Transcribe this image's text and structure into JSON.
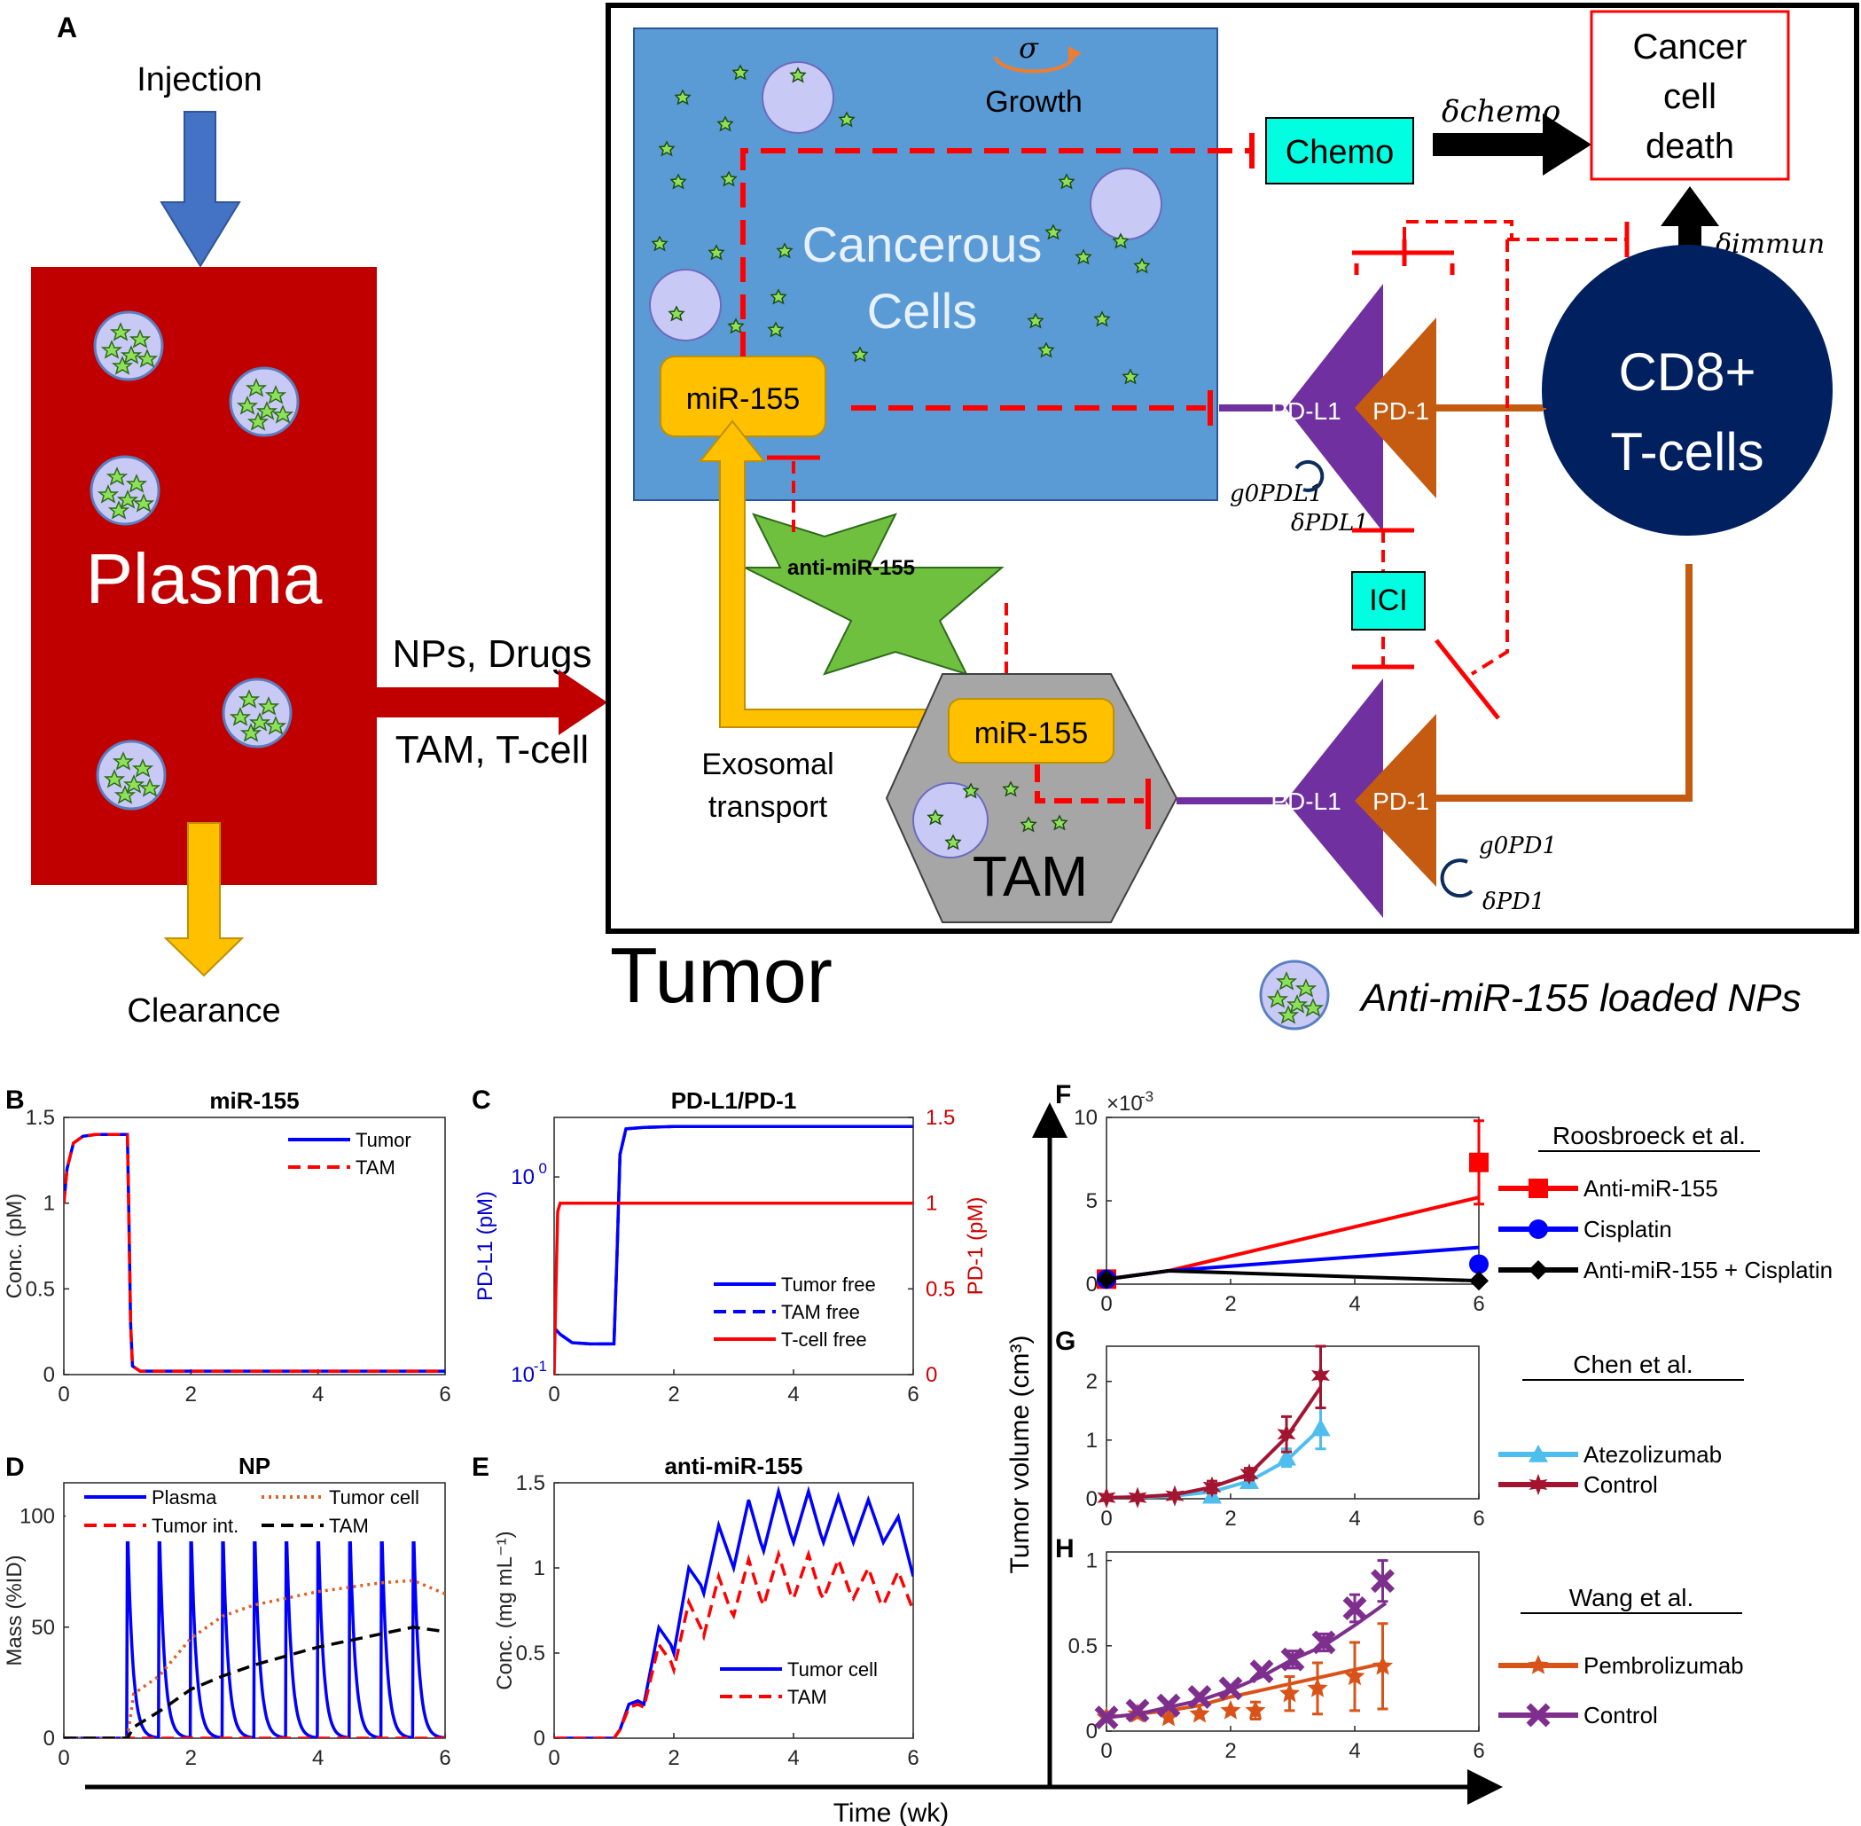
{
  "panels": {
    "A": "A",
    "B": "B",
    "C": "C",
    "D": "D",
    "E": "E",
    "F": "F",
    "G": "G",
    "H": "H"
  },
  "diagram": {
    "injection": "Injection",
    "plasma": "Plasma",
    "clearance": "Clearance",
    "flow_top": "NPs, Drugs",
    "flow_bottom": "TAM, T-cell",
    "tumor": "Tumor",
    "sigma": "σ",
    "growth": "Growth",
    "cancerous": "Cancerous",
    "cells": "Cells",
    "mir155": "miR-155",
    "mir155_tam": "miR-155",
    "chemo": "Chemo",
    "delta_chemo": "δchemo",
    "death_lines": [
      "Cancer",
      "cell",
      "death"
    ],
    "delta_immun": "δimmun",
    "cd8_lines": [
      "CD8+",
      "T-cells"
    ],
    "pdl1_top": "PD-L1",
    "pd1_top": "PD-1",
    "pdl1_bottom": "PD-L1",
    "pd1_bottom": "PD-1",
    "g0_pdl1": "g0PDL1",
    "delta_pdl1": "δPDL1",
    "g0_pd1": "g0PD1",
    "delta_pd1": "δPD1",
    "ici": "ICI",
    "anti_mir": "anti-miR-155",
    "exosomal_lines": [
      "Exosomal",
      "transport"
    ],
    "tam": "TAM",
    "np_legend": "Anti-miR-155 loaded NPs",
    "colors": {
      "plasma": "#c00000",
      "tumor_bg": "#5b9bd5",
      "mir": "#ffc000",
      "chemo": "#00ffe1",
      "cd8": "#002060",
      "pdl1": "#7030a0",
      "pd1": "#c55a11",
      "inhibit": "#ff0000",
      "anti": "#70c040",
      "tam": "#a6a6a6",
      "injection": "#4472c4"
    }
  },
  "shared": {
    "time_label": "Time (wk)",
    "tumor_volume_label": "Tumor volume (cm³)"
  },
  "chart_data": [
    {
      "id": "B",
      "type": "line",
      "title": "miR-155",
      "ylabel": "Conc. (pM)",
      "xlim": [
        0,
        6
      ],
      "ylim": [
        0,
        1.5
      ],
      "xticks": [
        "0",
        "2",
        "4",
        "6"
      ],
      "yticks": [
        "0",
        "0.5",
        "1",
        "1.5"
      ],
      "legend": "top-right",
      "series": [
        {
          "name": "Tumor",
          "color": "#0000ff",
          "style": "solid",
          "x": [
            0,
            0.05,
            0.15,
            0.3,
            0.5,
            0.8,
            1.0,
            1.02,
            1.05,
            1.08,
            1.2,
            2,
            4,
            6
          ],
          "y": [
            1.0,
            1.2,
            1.35,
            1.39,
            1.4,
            1.4,
            1.4,
            1.0,
            0.3,
            0.05,
            0.02,
            0.02,
            0.02,
            0.02
          ]
        },
        {
          "name": "TAM",
          "color": "#ff0000",
          "style": "dashed",
          "x": [
            0,
            0.05,
            0.15,
            0.3,
            0.5,
            0.8,
            1.0,
            1.02,
            1.05,
            1.08,
            1.2,
            2,
            4,
            6
          ],
          "y": [
            1.0,
            1.2,
            1.35,
            1.39,
            1.4,
            1.4,
            1.4,
            1.0,
            0.3,
            0.05,
            0.02,
            0.02,
            0.02,
            0.02
          ]
        }
      ]
    },
    {
      "id": "C",
      "type": "line",
      "title": "PD-L1/PD-1",
      "ylabel": "PD-L1 (pM)",
      "y2label": "PD-1 (pM)",
      "xlim": [
        0,
        6
      ],
      "ylim": [
        0.1,
        2
      ],
      "ylog": true,
      "y2lim": [
        0,
        1.5
      ],
      "xticks": [
        "0",
        "2",
        "4",
        "6"
      ],
      "yticks_log": [
        {
          "v": 0.1,
          "b": "10",
          "e": "-1"
        },
        {
          "v": 1,
          "b": "10",
          "e": "0"
        }
      ],
      "y2ticks": [
        "0",
        "0.5",
        "1",
        "1.5"
      ],
      "legend": "bottom-right",
      "series": [
        {
          "name": "Tumor free",
          "color": "#0000ff",
          "style": "solid",
          "axis": "left",
          "x": [
            0,
            0.02,
            0.1,
            0.3,
            0.6,
            1.0,
            1.05,
            1.1,
            1.2,
            1.5,
            2,
            3,
            4,
            5,
            6
          ],
          "y": [
            0.15,
            0.17,
            0.16,
            0.145,
            0.143,
            0.143,
            0.4,
            1.3,
            1.75,
            1.78,
            1.8,
            1.8,
            1.8,
            1.8,
            1.8
          ]
        },
        {
          "name": "TAM free",
          "color": "#0000ff",
          "style": "dashed",
          "axis": "left",
          "x": [
            0,
            0.02,
            0.1,
            0.3,
            0.6,
            1.0,
            1.05,
            1.1,
            1.2,
            1.5,
            2,
            3,
            4,
            5,
            6
          ],
          "y": [
            0.15,
            0.17,
            0.16,
            0.145,
            0.143,
            0.143,
            0.4,
            1.3,
            1.75,
            1.78,
            1.8,
            1.8,
            1.8,
            1.8,
            1.8
          ]
        },
        {
          "name": "T-cell free",
          "color": "#ff0000",
          "style": "solid",
          "axis": "right",
          "x": [
            0,
            0.03,
            0.06,
            0.1,
            6
          ],
          "y": [
            0,
            0.5,
            0.95,
            1.0,
            1.0
          ]
        }
      ]
    },
    {
      "id": "D",
      "type": "line",
      "title": "NP",
      "ylabel": "Mass (%ID)",
      "xlim": [
        0,
        6
      ],
      "ylim": [
        0,
        115
      ],
      "xticks": [
        "0",
        "2",
        "4",
        "6"
      ],
      "yticks": [
        "0",
        "50",
        "100"
      ],
      "legend": "top",
      "doses": [
        1,
        1.5,
        2,
        2.5,
        3,
        3.5,
        4,
        4.5,
        5,
        5.5
      ],
      "series": [
        {
          "name": "Plasma",
          "color": "#0000ff",
          "style": "solid",
          "peak": 100,
          "decay": 0.08
        },
        {
          "name": "Tumor cell",
          "color": "#e06020",
          "style": "dotted",
          "x": [
            0,
            1,
            1.1,
            1.5,
            2,
            2.5,
            3,
            3.5,
            4,
            4.5,
            5,
            5.5,
            6
          ],
          "y": [
            0,
            0,
            20,
            28,
            45,
            55,
            60,
            63,
            66,
            68,
            70,
            71,
            65
          ]
        },
        {
          "name": "Tumor int.",
          "color": "#ff0000",
          "style": "dashed",
          "x": [
            0,
            1,
            6
          ],
          "y": [
            0,
            0,
            0
          ]
        },
        {
          "name": "TAM",
          "color": "#000000",
          "style": "dashed",
          "x": [
            0,
            1,
            1.1,
            1.5,
            2,
            2.5,
            3,
            3.5,
            4,
            4.5,
            5,
            5.5,
            6
          ],
          "y": [
            0,
            0,
            5,
            12,
            22,
            28,
            33,
            37,
            41,
            44,
            47,
            50,
            48
          ]
        }
      ]
    },
    {
      "id": "E",
      "type": "line",
      "title": "anti-miR-155",
      "ylabel": "Conc. (mg mL⁻¹)",
      "xlim": [
        0,
        6
      ],
      "ylim": [
        0,
        1.5
      ],
      "xticks": [
        "0",
        "2",
        "4",
        "6"
      ],
      "yticks": [
        "0",
        "0.5",
        "1",
        "1.5"
      ],
      "legend": "bottom-right",
      "series": [
        {
          "name": "Tumor cell",
          "color": "#0000ff",
          "style": "solid",
          "x": [
            0,
            1,
            1.1,
            1.25,
            1.4,
            1.5,
            1.75,
            1.95,
            2,
            2.25,
            2.45,
            2.5,
            2.75,
            2.95,
            3,
            3.25,
            3.45,
            3.5,
            3.75,
            3.95,
            4,
            4.25,
            4.45,
            4.5,
            4.75,
            4.95,
            5,
            5.25,
            5.45,
            5.5,
            5.75,
            6
          ],
          "y": [
            0,
            0,
            0.05,
            0.2,
            0.22,
            0.2,
            0.65,
            0.55,
            0.5,
            1.0,
            0.9,
            0.85,
            1.25,
            1.05,
            1.0,
            1.4,
            1.15,
            1.1,
            1.45,
            1.2,
            1.15,
            1.45,
            1.2,
            1.15,
            1.42,
            1.2,
            1.15,
            1.4,
            1.2,
            1.15,
            1.3,
            0.95
          ]
        },
        {
          "name": "TAM",
          "color": "#ff0000",
          "style": "dashed",
          "x": [
            0,
            1,
            1.1,
            1.25,
            1.4,
            1.5,
            1.75,
            1.95,
            2,
            2.25,
            2.45,
            2.5,
            2.75,
            2.95,
            3,
            3.25,
            3.45,
            3.5,
            3.75,
            3.95,
            4,
            4.25,
            4.45,
            4.5,
            4.75,
            4.95,
            5,
            5.25,
            5.45,
            5.5,
            5.75,
            6
          ],
          "y": [
            0,
            0,
            0.05,
            0.18,
            0.2,
            0.18,
            0.55,
            0.45,
            0.4,
            0.8,
            0.65,
            0.6,
            0.95,
            0.75,
            0.72,
            1.05,
            0.82,
            0.78,
            1.08,
            0.85,
            0.82,
            1.08,
            0.85,
            0.82,
            1.05,
            0.85,
            0.82,
            1.0,
            0.8,
            0.78,
            0.98,
            0.75
          ]
        }
      ]
    },
    {
      "id": "F",
      "type": "line",
      "title": "Roosbroeck et al.",
      "xlim": [
        0,
        6
      ],
      "ylim": [
        0,
        10
      ],
      "yscale_label": "×10",
      "yscale_exp": "-3",
      "xticks": [
        "0",
        "2",
        "4",
        "6"
      ],
      "yticks": [
        "0",
        "5",
        "10"
      ],
      "legend": "right",
      "series": [
        {
          "name": "Anti-miR-155",
          "color": "#ff0000",
          "marker": "square",
          "x": [
            0,
            1,
            6
          ],
          "y": [
            0.3,
            0.8,
            5.2
          ],
          "data": [
            {
              "x": 0,
              "y": 0.3
            },
            {
              "x": 6,
              "y": 7.3,
              "err": 2.5
            }
          ]
        },
        {
          "name": "Cisplatin",
          "color": "#0000ff",
          "marker": "circle",
          "x": [
            0,
            1,
            6
          ],
          "y": [
            0.3,
            0.8,
            2.2
          ],
          "data": [
            {
              "x": 0,
              "y": 0.3
            },
            {
              "x": 6,
              "y": 1.2,
              "err": 0.4
            }
          ]
        },
        {
          "name": "Anti-miR-155 + Cisplatin",
          "color": "#000000",
          "marker": "diamond",
          "x": [
            0,
            1,
            6
          ],
          "y": [
            0.3,
            0.8,
            0.2
          ],
          "data": [
            {
              "x": 0,
              "y": 0.3
            },
            {
              "x": 6,
              "y": 0.2
            }
          ]
        }
      ]
    },
    {
      "id": "G",
      "type": "line",
      "title": "Chen et al.",
      "xlim": [
        0,
        6
      ],
      "ylim": [
        0,
        2.6
      ],
      "xticks": [
        "0",
        "2",
        "4",
        "6"
      ],
      "yticks": [
        "0",
        "1",
        "2"
      ],
      "legend": "right",
      "series": [
        {
          "name": "Atezolizumab",
          "color": "#4dbeee",
          "marker": "triangle",
          "x": [
            0,
            0.5,
            1.1,
            1.7,
            2.3,
            2.9,
            3.45
          ],
          "y": [
            0.02,
            0.02,
            0.05,
            0.12,
            0.3,
            0.65,
            1.2
          ],
          "data": [
            {
              "x": 1.7,
              "y": 0.05,
              "err": 0.05
            },
            {
              "x": 2.3,
              "y": 0.3,
              "err": 0.1
            },
            {
              "x": 2.9,
              "y": 0.7,
              "err": 0.15
            },
            {
              "x": 3.45,
              "y": 1.2,
              "err": 0.35
            }
          ]
        },
        {
          "name": "Control",
          "color": "#a2142f",
          "marker": "hexagram",
          "x": [
            0,
            0.5,
            1.1,
            1.7,
            2.3,
            2.9,
            3.45
          ],
          "y": [
            0.02,
            0.03,
            0.07,
            0.2,
            0.42,
            1.05,
            1.9
          ],
          "data": [
            {
              "x": 0,
              "y": 0.02
            },
            {
              "x": 0.5,
              "y": 0.02
            },
            {
              "x": 1.1,
              "y": 0.05
            },
            {
              "x": 1.7,
              "y": 0.2,
              "err": 0.1
            },
            {
              "x": 2.3,
              "y": 0.42,
              "err": 0.1
            },
            {
              "x": 2.9,
              "y": 1.1,
              "err": 0.3
            },
            {
              "x": 3.45,
              "y": 2.1,
              "err": 0.55
            }
          ]
        }
      ]
    },
    {
      "id": "H",
      "type": "line",
      "title": "Wang et al.",
      "xlim": [
        0,
        6
      ],
      "ylim": [
        0,
        1.05
      ],
      "xticks": [
        "0",
        "2",
        "4",
        "6"
      ],
      "yticks": [
        "0",
        "0.5",
        "1"
      ],
      "legend": "right",
      "series": [
        {
          "name": "Pembrolizumab",
          "color": "#d95319",
          "marker": "pentagram",
          "x": [
            0,
            0.5,
            1,
            1.5,
            2,
            2.5,
            3,
            3.5,
            4,
            4.5
          ],
          "y": [
            0.08,
            0.1,
            0.12,
            0.15,
            0.2,
            0.24,
            0.28,
            0.32,
            0.36,
            0.4
          ],
          "data": [
            {
              "x": 0,
              "y": 0.08
            },
            {
              "x": 0.5,
              "y": 0.1
            },
            {
              "x": 1,
              "y": 0.08
            },
            {
              "x": 1.5,
              "y": 0.1
            },
            {
              "x": 2,
              "y": 0.12
            },
            {
              "x": 2.4,
              "y": 0.12,
              "err": 0.05
            },
            {
              "x": 2.95,
              "y": 0.22,
              "err": 0.1
            },
            {
              "x": 3.4,
              "y": 0.25,
              "err": 0.15
            },
            {
              "x": 4,
              "y": 0.32,
              "err": 0.2
            },
            {
              "x": 4.45,
              "y": 0.38,
              "err": 0.25
            }
          ]
        },
        {
          "name": "Control",
          "color": "#7e2f8e",
          "marker": "x",
          "x": [
            0,
            0.5,
            1,
            1.5,
            2,
            2.5,
            3,
            3.5,
            4,
            4.5
          ],
          "y": [
            0.08,
            0.1,
            0.14,
            0.18,
            0.24,
            0.32,
            0.42,
            0.5,
            0.62,
            0.75
          ],
          "data": [
            {
              "x": 0,
              "y": 0.08
            },
            {
              "x": 0.5,
              "y": 0.12
            },
            {
              "x": 1,
              "y": 0.15
            },
            {
              "x": 1.5,
              "y": 0.2
            },
            {
              "x": 2,
              "y": 0.25
            },
            {
              "x": 2.5,
              "y": 0.35
            },
            {
              "x": 3,
              "y": 0.42,
              "err": 0.05
            },
            {
              "x": 3.5,
              "y": 0.52,
              "err": 0.05
            },
            {
              "x": 4,
              "y": 0.72,
              "err": 0.08
            },
            {
              "x": 4.45,
              "y": 0.88,
              "err": 0.12
            }
          ]
        }
      ]
    }
  ]
}
